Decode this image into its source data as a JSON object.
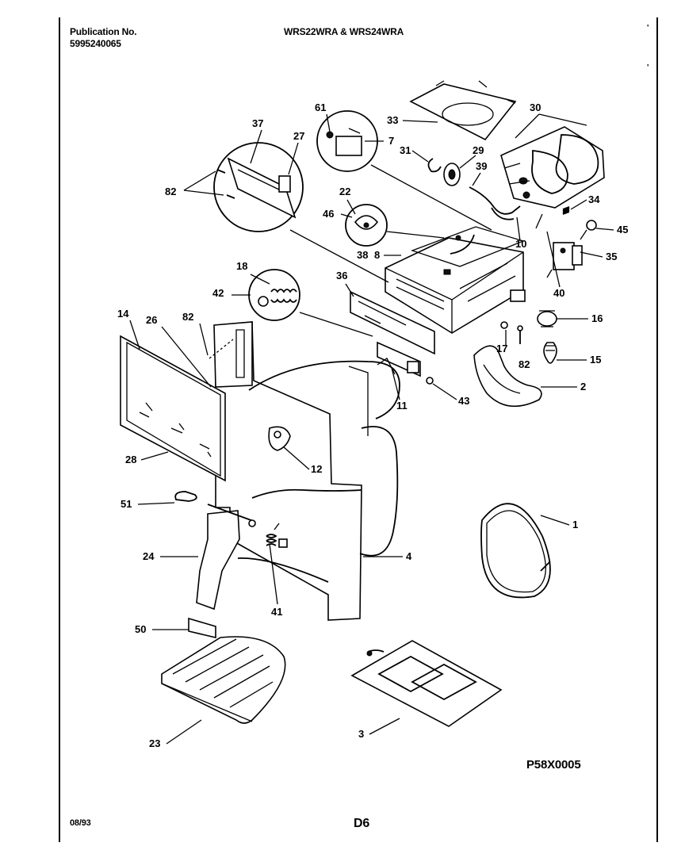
{
  "header": {
    "publication_label": "Publication No.",
    "publication_number": "5995240065",
    "models": "WRS22WRA & WRS24WRA",
    "corner_mark": "'",
    "corner_mark_2": "'"
  },
  "footer": {
    "date": "08/93",
    "page": "D6",
    "diagram_code": "P58X0005"
  },
  "callouts": [
    "61",
    "30",
    "33",
    "37",
    "27",
    "7",
    "31",
    "29",
    "39",
    "82",
    "22",
    "34",
    "46",
    "45",
    "10",
    "38",
    "8",
    "35",
    "18",
    "36",
    "42",
    "40",
    "16",
    "14",
    "26",
    "82",
    "17",
    "82",
    "15",
    "2",
    "11",
    "43",
    "28",
    "12",
    "51",
    "1",
    "24",
    "4",
    "41",
    "50",
    "23",
    "3"
  ]
}
